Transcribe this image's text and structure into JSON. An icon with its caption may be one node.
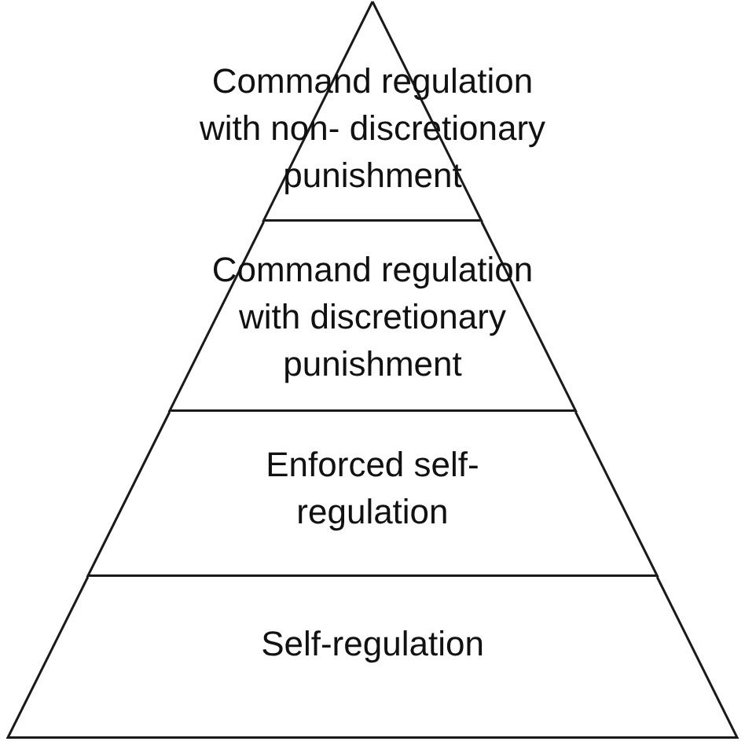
{
  "diagram": {
    "nodes": [
      {
        "text": [
          "Command regulation with non- discretionary punishment"
        ]
      },
      {
        "text": [
          "Command regulation with discretionary punishment"
        ]
      },
      {
        "text": [
          "Enforced self- regulation"
        ]
      },
      {
        "text": [
          "Self-regulation"
        ]
      }
    ]
  }
}
